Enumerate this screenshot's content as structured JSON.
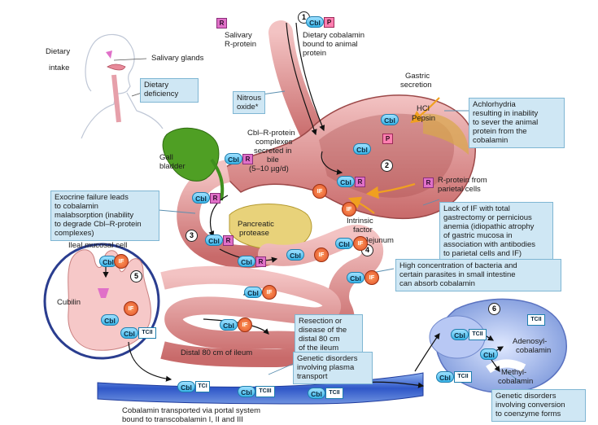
{
  "labels": {
    "dietary": "Dietary",
    "intake": "intake",
    "salivary_glands": "Salivary glands",
    "salivary_r_protein_1": "Salivary",
    "salivary_r_protein_2": "R-protein",
    "dietary_cbl_1": "Dietary cobalamin",
    "dietary_cbl_2": "bound to animal",
    "dietary_cbl_3": "protein",
    "gastric_secretion_1": "Gastric",
    "gastric_secretion_2": "secretion",
    "hcl": "HCl",
    "pepsin": "Pepsin",
    "cbl_r_complex_1": "Cbl–R-protein",
    "cbl_r_complex_2": "complexes",
    "cbl_r_complex_3": "secreted in",
    "cbl_r_complex_4": "bile",
    "cbl_r_complex_5": "(5–10 µg/d)",
    "gall_bladder_1": "Gall",
    "gall_bladder_2": "bladder",
    "r_protein_parietal_1": "R-protein from",
    "r_protein_parietal_2": "parietal cells",
    "intrinsic_factor_1": "Intrinsic",
    "intrinsic_factor_2": "factor",
    "pancreatic_protease_1": "Pancreatic",
    "pancreatic_protease_2": "protease",
    "jejunum": "Jejunum",
    "ileal_mucosal_cell": "Ileal mucosal cell",
    "cubilin": "Cubilin",
    "distal_ileum": "Distal 80 cm of ileum",
    "portal_1": "Cobalamin transported via portal system",
    "portal_2": "bound to transcobalamin I, II and III",
    "adenosyl_1": "Adenosyl-",
    "adenosyl_2": "cobalamin",
    "methyl_1": "Methyl-",
    "methyl_2": "cobalamin"
  },
  "boxes": {
    "dietary_deficiency": [
      "Dietary",
      "deficiency"
    ],
    "nitrous_oxide": [
      "Nitrous",
      "oxide*"
    ],
    "achlorhydria": [
      "Achlorhydria",
      "resulting in inability",
      "to sever the animal",
      "protein from the",
      "cobalamin"
    ],
    "exocrine_failure": [
      "Exocrine failure leads",
      "to cobalamin",
      "malabsorption (inability",
      "to degrade Cbl–R-protein",
      "complexes)"
    ],
    "lack_of_if": [
      "Lack of IF with total",
      "gastrectomy or pernicious",
      "anemia (idiopathic atrophy",
      "of gastric mucosa in",
      "association with antibodies",
      "to parietal cells and IF)"
    ],
    "bacteria": [
      "High concentration of bacteria and",
      "certain parasites in small intestine",
      "can absorb cobalamin"
    ],
    "resection": [
      "Resection or",
      "disease of the",
      "distal 80 cm",
      "of the ileum"
    ],
    "genetic_transport": [
      "Genetic disorders",
      "involving plasma",
      "transport"
    ],
    "genetic_conversion": [
      "Genetic disorders",
      "involving conversion",
      "to coenzyme forms"
    ]
  },
  "steps": [
    "1",
    "2",
    "3",
    "4",
    "5",
    "6"
  ],
  "tags": {
    "cbl": "Cbl",
    "p": "P",
    "r": "R",
    "if": "IF",
    "tci": "TCI",
    "tcii": "TCII",
    "tciii": "TCIII"
  },
  "colors": {
    "cbl_pill": "#3ab5e8",
    "r_protein": "#e070c8",
    "intrinsic_factor": "#e0502a",
    "callout_box": "#cfe7f4",
    "gut_tissue": "#e8a7a7",
    "bile": "#3f8f1e"
  }
}
